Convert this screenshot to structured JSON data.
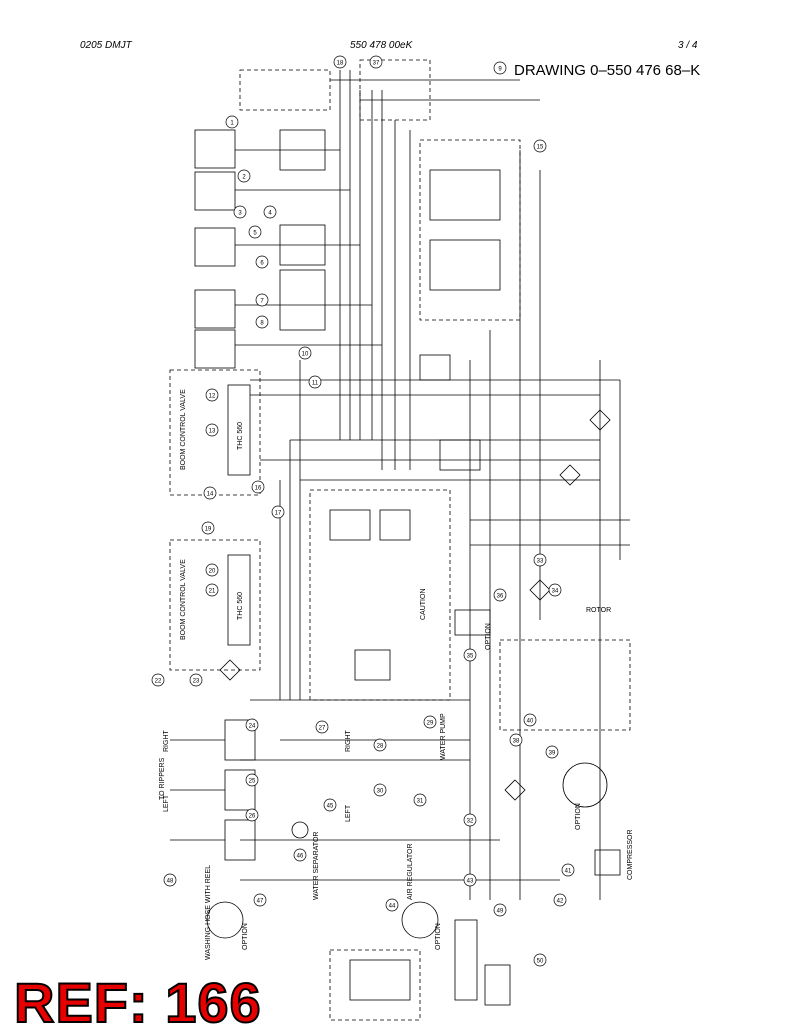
{
  "header": {
    "left": "0205 DMJT",
    "center": "550 478 00eK",
    "right": "3 /   4"
  },
  "drawing_title": "DRAWING 0–550 476 68–K",
  "ref_badge": "REF: 166",
  "labels": {
    "boom_valve_upper": "BOOM CONTROL VALVE",
    "boom_valve_lower": "BOOM CONTROL VALVE",
    "thc_upper": "THC 560",
    "thc_lower": "THC 560",
    "right_upper": "RIGHT",
    "left_upper": "LEFT",
    "right_mid": "RIGHT",
    "left_mid": "LEFT",
    "to_ripper": "TO RIPPERS",
    "water_pump": "WATER PUMP",
    "water_separator": "WATER SEPARATOR",
    "washing_hose": "WASHING HOSE WITH REEL",
    "option_1": "OPTION",
    "option_2": "OPTION",
    "option_3": "OPTION",
    "option_4": "OPTION",
    "caution": "CAUTION",
    "compressor": "COMPRESSOR",
    "rotor": "ROTOR",
    "air_regulator": "AIR REGULATOR"
  },
  "balloons": [
    "18",
    "37",
    "9",
    "15",
    "1",
    "2",
    "3",
    "4",
    "5",
    "6",
    "7",
    "8",
    "10",
    "11",
    "12",
    "13",
    "14",
    "16",
    "17",
    "19",
    "20",
    "21",
    "22",
    "23",
    "24",
    "25",
    "26",
    "27",
    "28",
    "29",
    "30",
    "31",
    "32",
    "33",
    "34",
    "35",
    "36",
    "38",
    "39",
    "40",
    "41",
    "42",
    "43",
    "44",
    "45",
    "46",
    "47",
    "48",
    "49",
    "50"
  ]
}
